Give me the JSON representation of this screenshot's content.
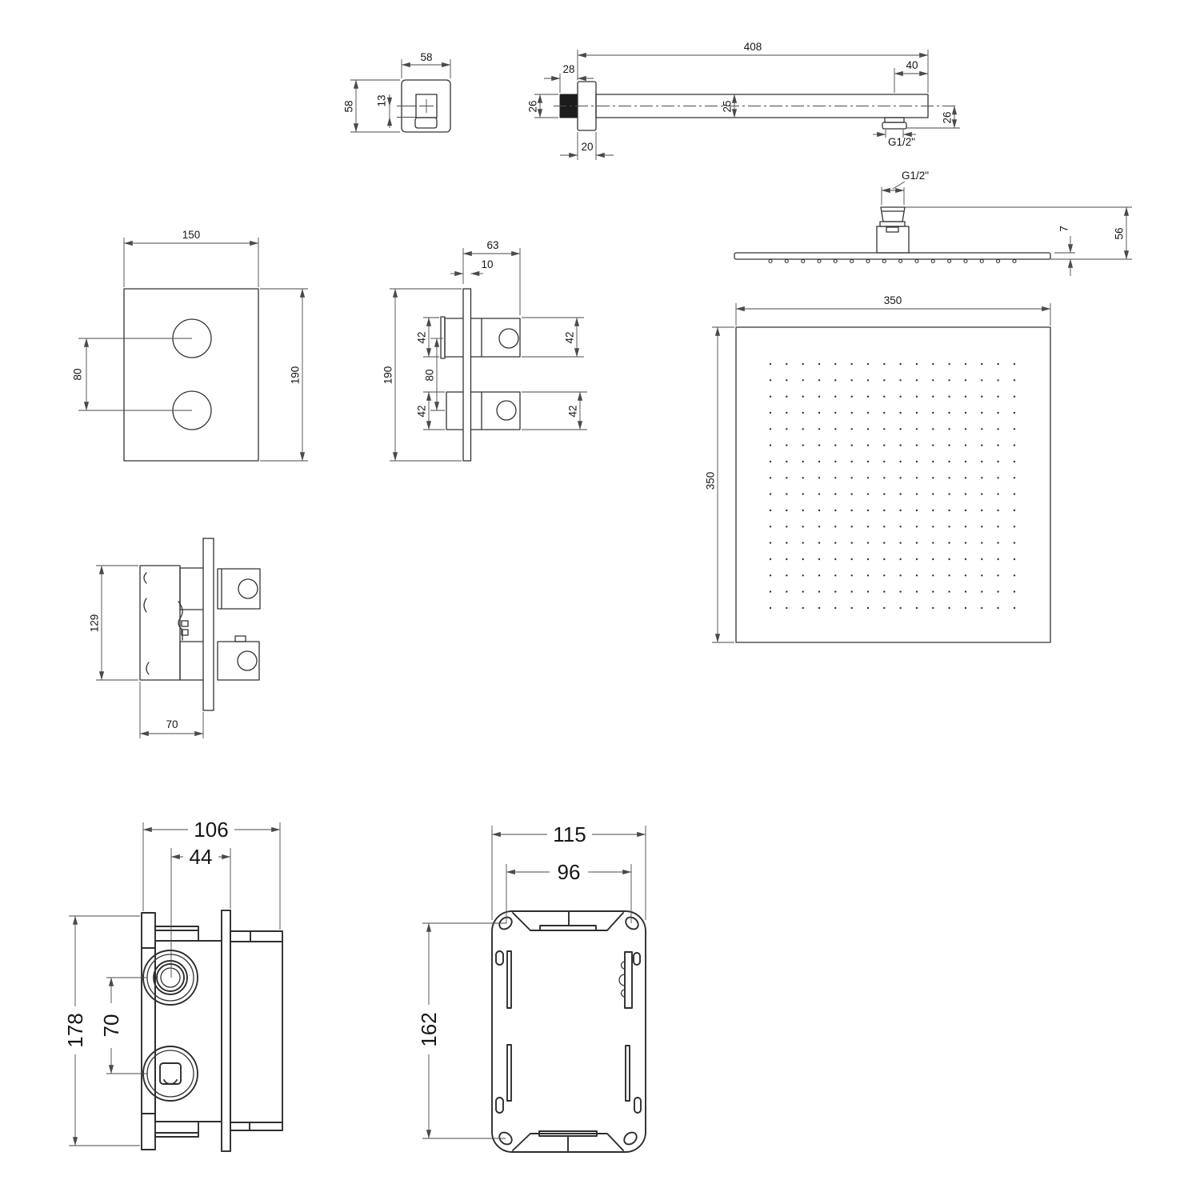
{
  "views": {
    "escutcheon": {
      "width": "58",
      "height": "58",
      "spout_offset": "13"
    },
    "shower_arm": {
      "length": "408",
      "wall_boss_length": "28",
      "wall_boss_height": "26",
      "outlet_to_tip": "40",
      "profile_height": "25",
      "outlet_drop": "26",
      "flange_depth": "20",
      "outlet_thread": "G1/2\""
    },
    "head_side": {
      "inlet_thread": "G1/2\"",
      "plate_thickness": "7",
      "total_height": "56"
    },
    "head_front": {
      "width": "350",
      "height": "350"
    },
    "valve_front": {
      "width": "150",
      "height": "190",
      "handle_spacing": "80"
    },
    "valve_side": {
      "handle_depth": "63",
      "plate_thickness": "10",
      "plate_height": "190",
      "handle_height_top_left": "42",
      "handle_spacing": "80",
      "handle_height_bottom_left": "42",
      "handle_height_top_right": "42",
      "handle_height_bottom_right": "42"
    },
    "valve_body": {
      "body_height": "129",
      "body_depth": "70"
    },
    "box_side": {
      "total_depth": "106",
      "port_axis_offset": "44",
      "total_height": "178",
      "port_spacing": "70"
    },
    "box_front": {
      "width": "115",
      "hole_spacing_horizontal": "96",
      "hole_spacing_vertical": "162"
    }
  }
}
